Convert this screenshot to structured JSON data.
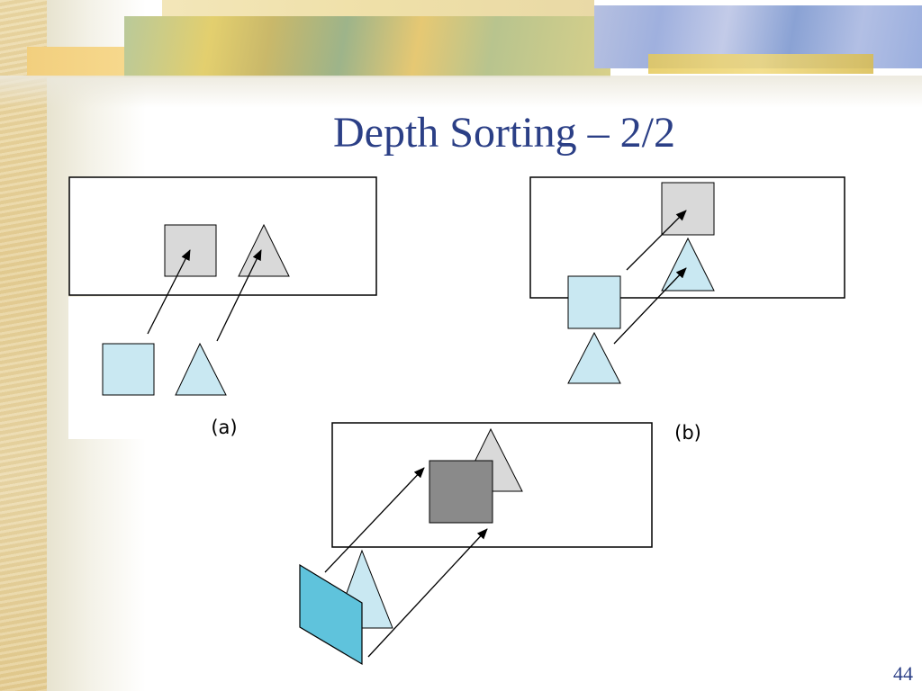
{
  "slide": {
    "title": "Depth Sorting – 2/2",
    "page_number": "44"
  },
  "figure": {
    "labels": {
      "a": "(a)",
      "b": "(b)"
    }
  },
  "colors": {
    "title": "#2b3f86",
    "shape_light_blue": "#c9e8f2",
    "shape_gray": "#d9d9d9",
    "shape_dark_gray": "#8a8a8a",
    "shape_cyan": "#5fc3dc",
    "frame": "#000000"
  }
}
